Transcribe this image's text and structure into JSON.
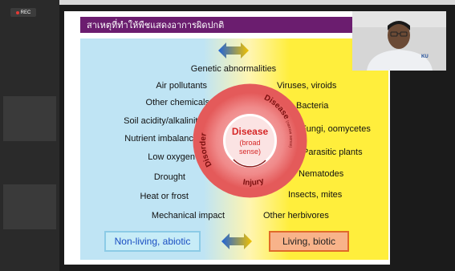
{
  "recording": {
    "label": "REC"
  },
  "slide": {
    "title": "สาเหตุที่ทำให้พืชแสดงอาการผิดปกติ",
    "center_label": "Genetic abnormalities",
    "left_items": [
      "Air pollutants",
      "Other chemicals",
      "Soil acidity/alkalinity",
      "Nutrient imbalance",
      "Low oxygen",
      "Drought",
      "Heat or frost",
      "Mechanical impact"
    ],
    "right_items": [
      "Viruses, viroids",
      "Bacteria",
      "Fungi, oomycetes",
      "Parasitic plants",
      "Nematodes",
      "Insects, mites",
      "Other herbivores"
    ],
    "circle": {
      "disorder": "Disorder",
      "disease_narrow": "Disease",
      "disease_narrow_sub": "(narrow sense)",
      "injury": "Injury",
      "center_title": "Disease",
      "center_sub1": "(broad",
      "center_sub2": "sense)"
    },
    "badge_left": "Non-living, abiotic",
    "badge_right": "Living, biotic"
  },
  "webcam": {
    "logo_text": "KU"
  },
  "colors": {
    "title_bar": "#6b1d6f",
    "ring": "#e45a5a",
    "abiotic": "#bfe4f4",
    "biotic": "#ffee3c"
  }
}
